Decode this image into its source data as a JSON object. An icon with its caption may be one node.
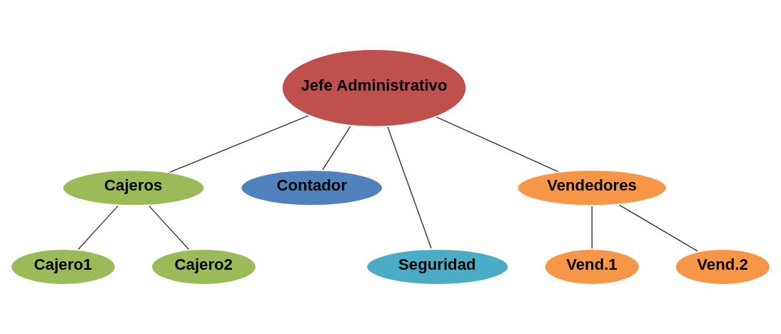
{
  "diagram": {
    "nodes": [
      {
        "text": [
          "Jefe Administrativo"
        ]
      },
      {
        "text": [
          "Cajeros"
        ]
      },
      {
        "text": [
          "Contador"
        ]
      },
      {
        "text": [
          "Vendedores"
        ]
      },
      {
        "text": [
          "Cajero1"
        ]
      },
      {
        "text": [
          "Cajero2"
        ]
      },
      {
        "text": [
          "Seguridad"
        ]
      },
      {
        "text": [
          "Vend.1"
        ]
      },
      {
        "text": [
          "Vend.2"
        ]
      }
    ],
    "edges": [
      {
        "from": 0,
        "to": 1,
        "arrow": "none"
      },
      {
        "from": 0,
        "to": 2,
        "arrow": "none"
      },
      {
        "from": 0,
        "to": 6,
        "arrow": "none"
      },
      {
        "from": 0,
        "to": 3,
        "arrow": "none"
      },
      {
        "from": 1,
        "to": 4,
        "arrow": "none"
      },
      {
        "from": 1,
        "to": 5,
        "arrow": "none"
      },
      {
        "from": 3,
        "to": 7,
        "arrow": "none"
      },
      {
        "from": 3,
        "to": 8,
        "arrow": "none"
      }
    ]
  }
}
